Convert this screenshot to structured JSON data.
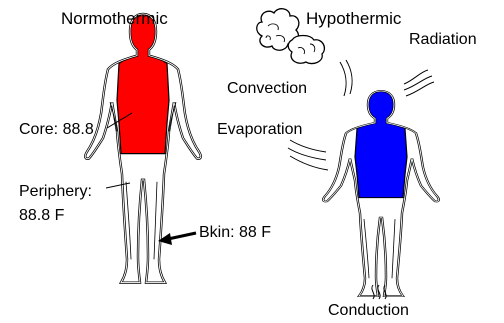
{
  "titles": {
    "left": "Normothermic",
    "right": "Hypothermic"
  },
  "left_figure": {
    "core_label": "Core: 88.8",
    "periphery_label_line1": "Periphery:",
    "periphery_label_line2": "88.8 F",
    "skin_label": "Bkin: 88 F",
    "core_color": "#ff0000"
  },
  "right_figure": {
    "core_color": "#0000ff",
    "heat_loss_labels": {
      "radiation": "Radiation",
      "convection": "Convection",
      "evaporation": "Evaporation",
      "conduction": "Conduction"
    }
  },
  "icons": {
    "cloud": "cloud-icon",
    "heat_waves": "heat-wave-icon",
    "arrow": "arrow-icon"
  }
}
